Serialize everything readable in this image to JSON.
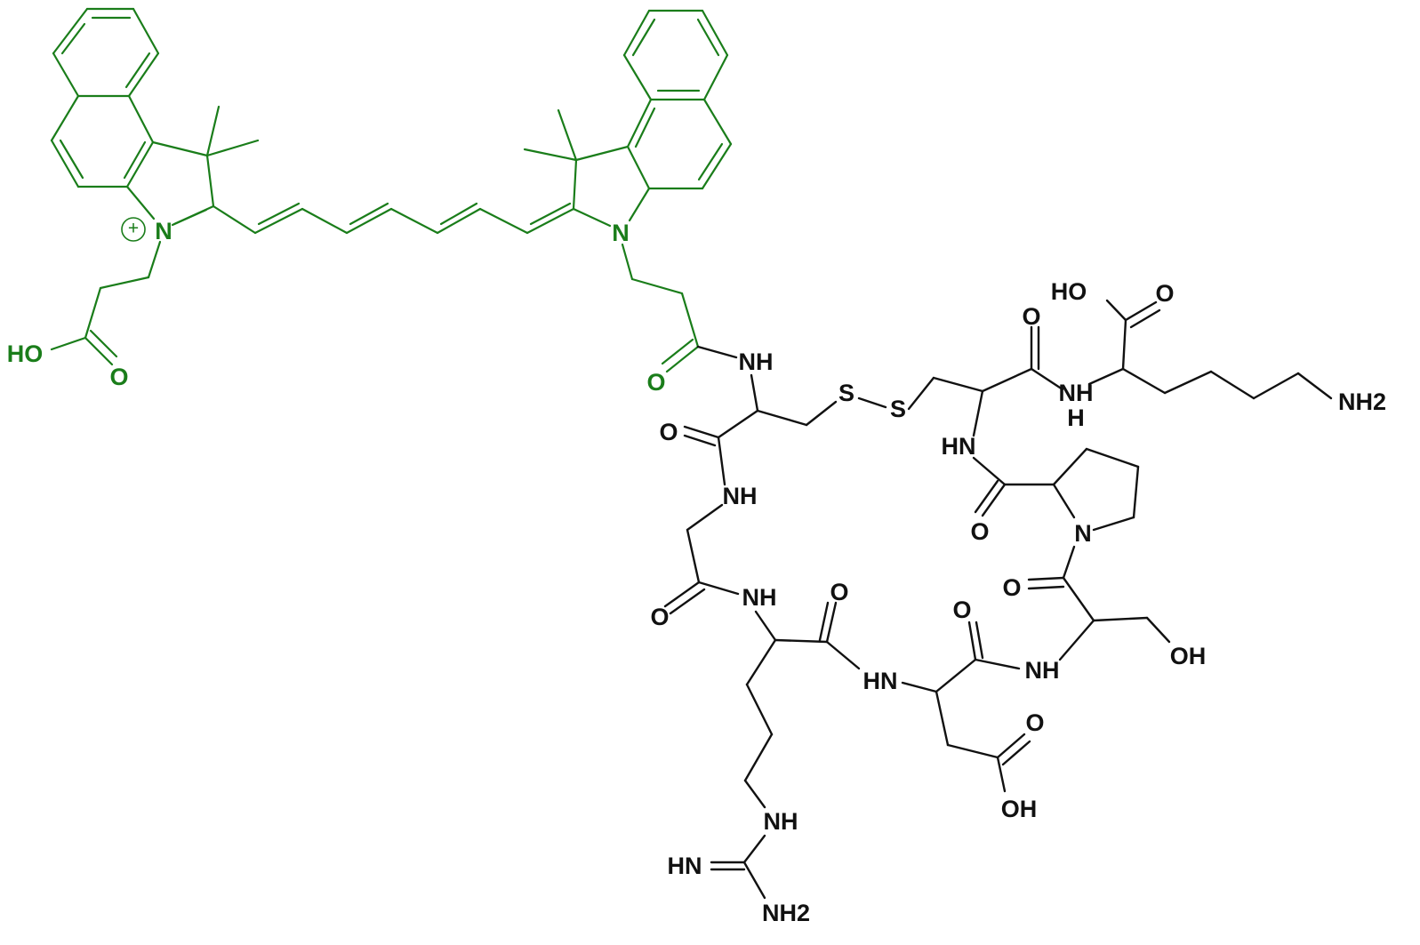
{
  "colors": {
    "dye": "#1a7d1a",
    "peptide": "#111111",
    "background": "#ffffff"
  },
  "labels": {
    "n_plus": "N",
    "charge": "+",
    "hooc_left": "HO",
    "o_left": "O",
    "n_right": "N",
    "o_amide": "O",
    "nh_cys1": "NH",
    "s1": "S",
    "s2": "S",
    "o_cys1": "O",
    "nh_gly": "NH",
    "o_gly": "O",
    "nh_arg": "NH",
    "o_arg": "O",
    "nh_guan": "NH",
    "hn_guan": "HN",
    "nh2_guan": "NH2",
    "hn_asp": "HN",
    "o_asp": "O",
    "asp_o": "O",
    "asp_oh": "OH",
    "nh_ser": "NH",
    "oh_ser": "OH",
    "o_ser": "O",
    "n_pro": "N",
    "o_pro": "O",
    "hn_cys2": "HN",
    "o_cys2": "O",
    "nh_lys": "NH",
    "h_lys": "H",
    "ho_lys": "HO",
    "o_lys": "O",
    "nh2_lys": "NH2"
  }
}
